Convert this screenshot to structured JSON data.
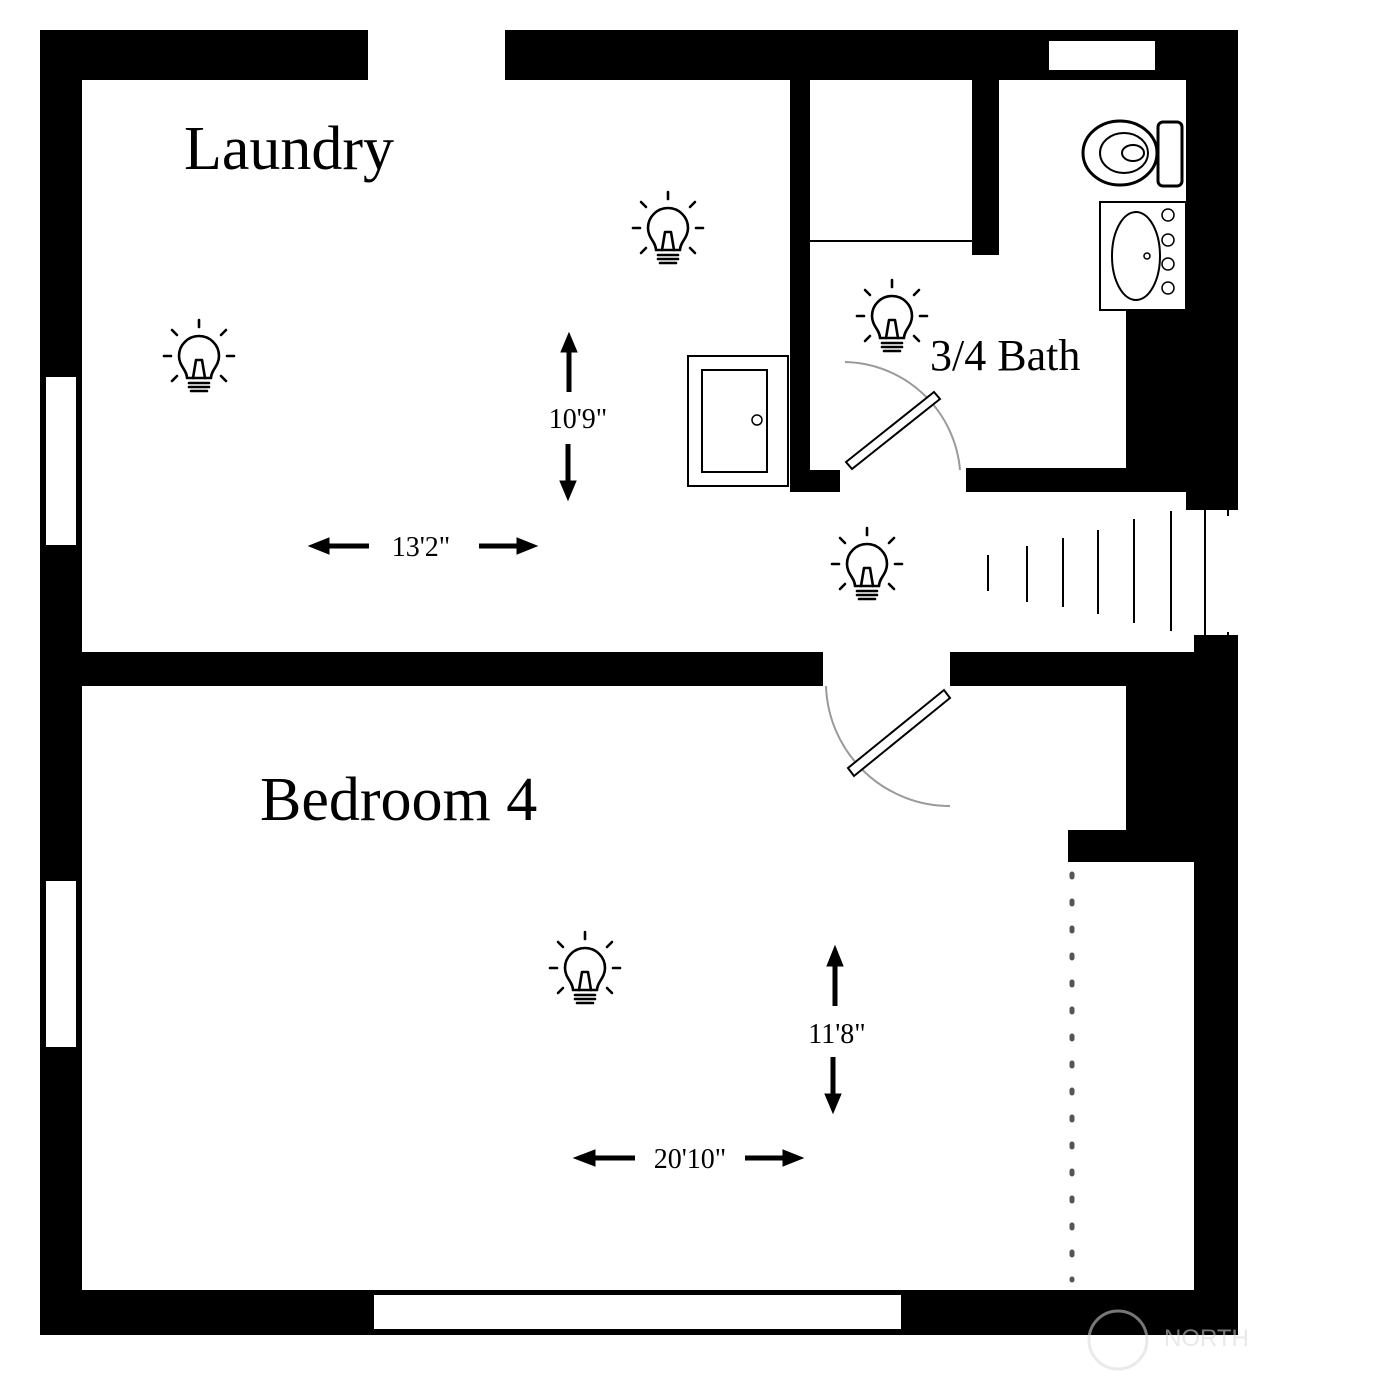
{
  "rooms": {
    "laundry": {
      "label": "Laundry",
      "width": "13'2\"",
      "depth": "10'9\""
    },
    "bath": {
      "label": "3/4 Bath"
    },
    "bedroom": {
      "label": "Bedroom 4",
      "width": "20'10\"",
      "depth": "11'8\""
    }
  },
  "watermark": {
    "text": "NORTH"
  },
  "icons": {
    "light": "light-bulb-icon",
    "toilet": "toilet-icon",
    "sink": "sink-icon",
    "appliance": "washer-dryer-icon",
    "stairs": "stairs-icon",
    "closet": "closet-door-icon"
  },
  "colors": {
    "walls": "#000000",
    "background": "#ffffff",
    "watermark": "#d8d8d8"
  }
}
